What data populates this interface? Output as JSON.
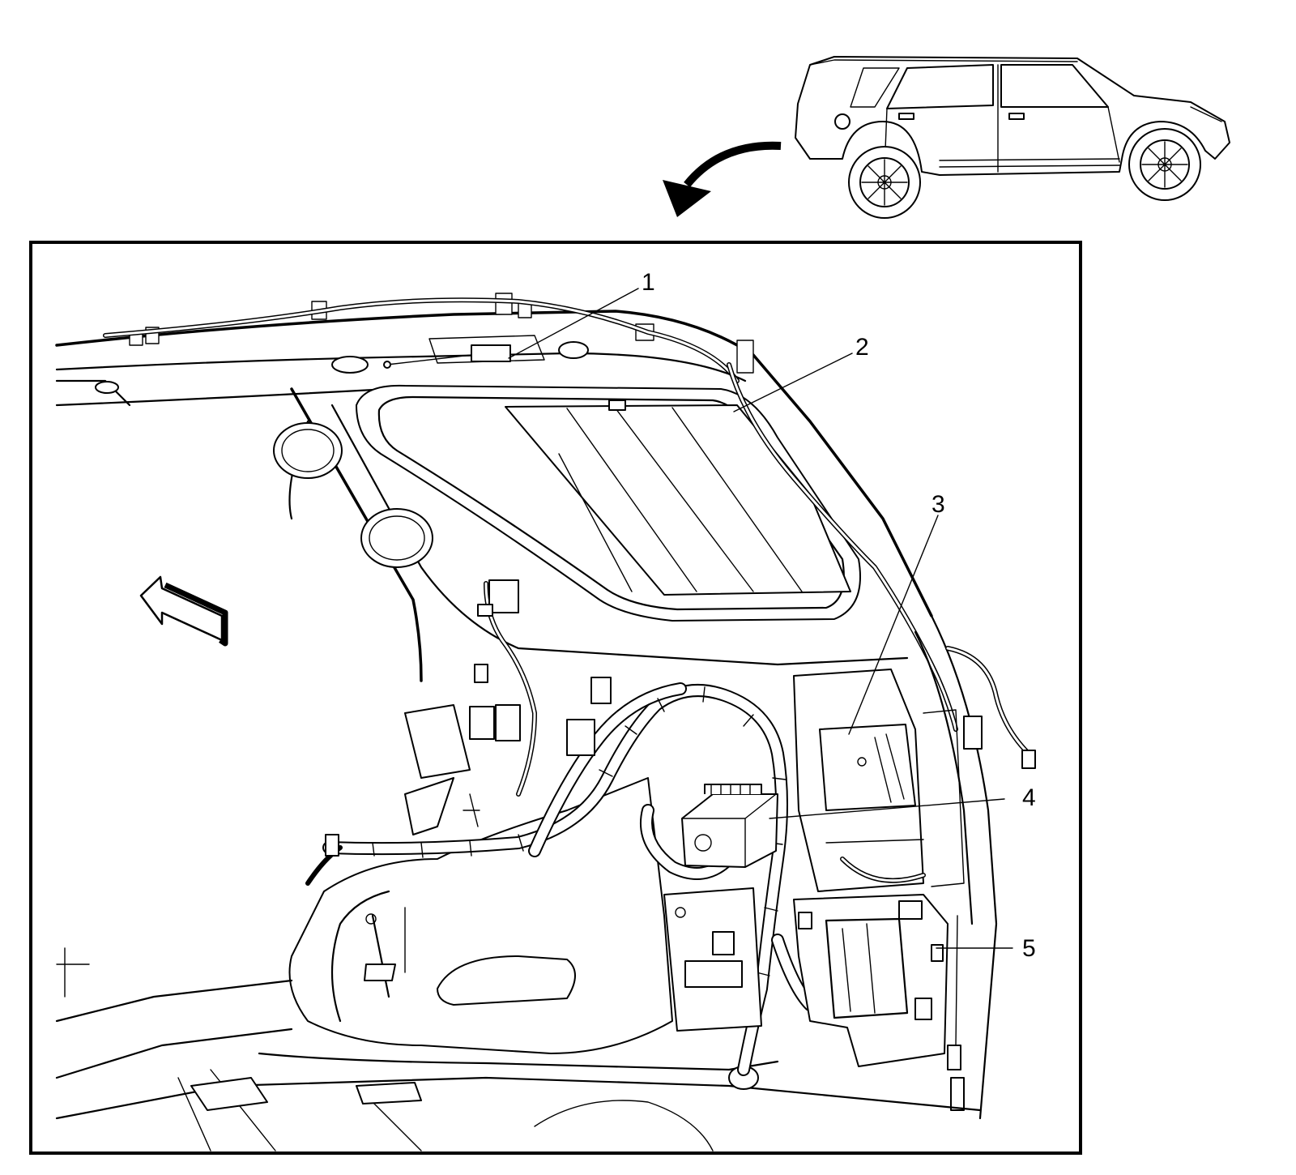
{
  "figure": {
    "callouts": [
      {
        "id": "1",
        "label": "1"
      },
      {
        "id": "2",
        "label": "2"
      },
      {
        "id": "3",
        "label": "3"
      },
      {
        "id": "4",
        "label": "4"
      },
      {
        "id": "5",
        "label": "5"
      }
    ],
    "icons": [
      "vehicle-locator-icon",
      "view-direction-arrow-icon",
      "forward-direction-arrow-icon"
    ]
  }
}
